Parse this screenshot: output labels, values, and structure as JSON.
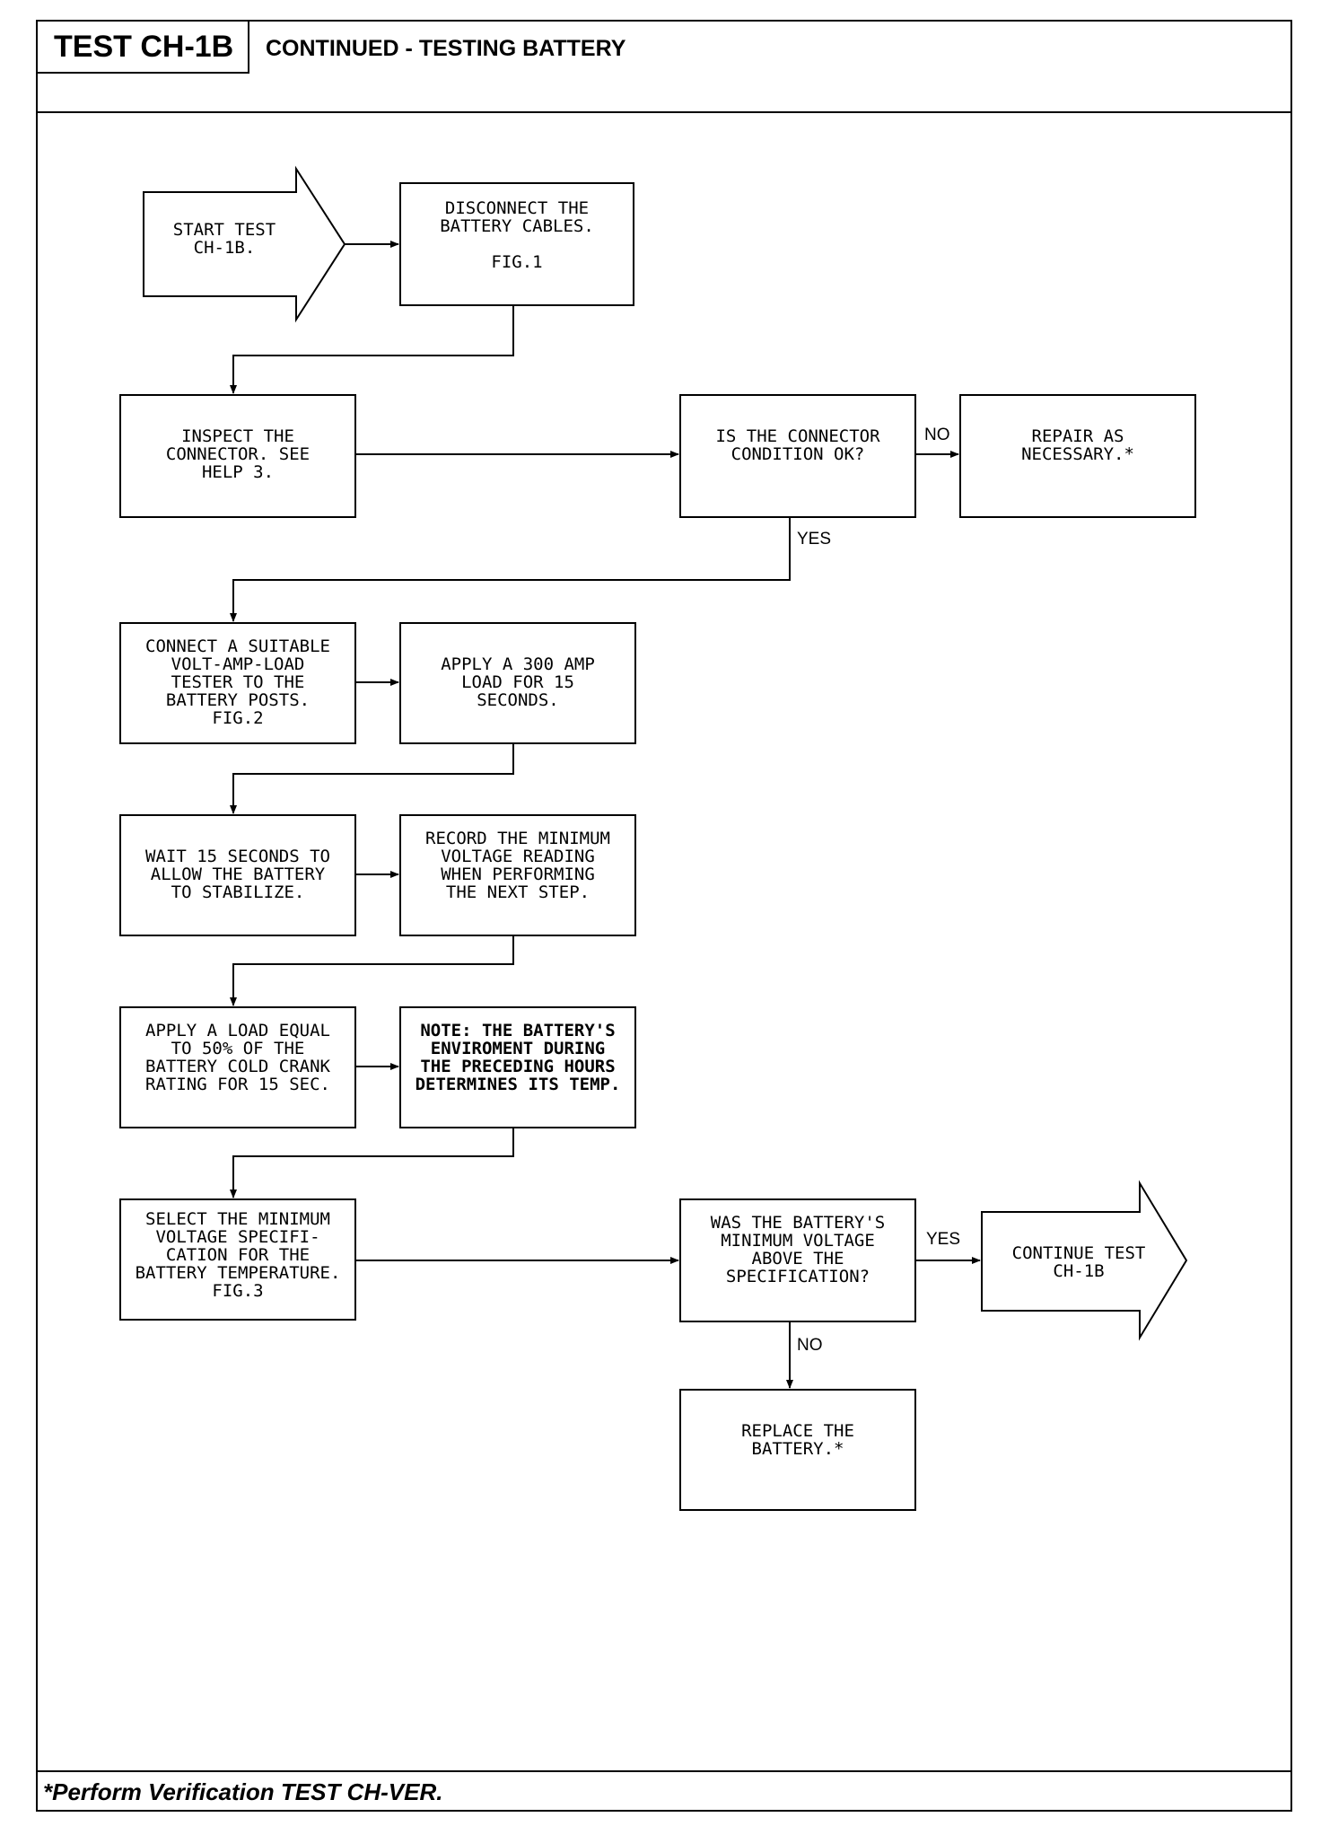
{
  "header": {
    "test_id": "TEST CH-1B",
    "title": "CONTINUED - TESTING BATTERY"
  },
  "footer": {
    "note": "*Perform Verification TEST CH-VER."
  },
  "flowchart": {
    "start": [
      "START TEST",
      "CH-1B."
    ],
    "disconnect": [
      "DISCONNECT THE",
      "BATTERY CABLES.",
      "",
      "FIG.1"
    ],
    "inspect": [
      "INSPECT THE",
      "CONNECTOR. SEE",
      "HELP 3."
    ],
    "connector_ok": [
      "IS THE CONNECTOR",
      "CONDITION OK?"
    ],
    "repair": [
      "REPAIR AS",
      "NECESSARY.*"
    ],
    "connect_tester": [
      "CONNECT A SUITABLE",
      "VOLT-AMP-LOAD",
      "TESTER TO THE",
      "BATTERY POSTS.",
      "FIG.2"
    ],
    "apply_300": [
      "APPLY A 300 AMP",
      "LOAD FOR 15",
      "SECONDS."
    ],
    "wait": [
      "WAIT 15 SECONDS TO",
      "ALLOW THE BATTERY",
      "TO STABILIZE."
    ],
    "record": [
      "RECORD THE MINIMUM",
      "VOLTAGE READING",
      "WHEN PERFORMING",
      "THE NEXT STEP."
    ],
    "apply_50": [
      "APPLY A LOAD EQUAL",
      "TO 50% OF THE",
      "BATTERY COLD CRANK",
      "RATING FOR 15 SEC."
    ],
    "note": [
      "NOTE: THE BATTERY'S",
      "ENVIROMENT DURING",
      "THE PRECEDING HOURS",
      "DETERMINES ITS TEMP."
    ],
    "select_spec": [
      "SELECT THE MINIMUM",
      "VOLTAGE SPECIFI-",
      "CATION FOR THE",
      "BATTERY TEMPERATURE.",
      "FIG.3"
    ],
    "voltage_above": [
      "WAS THE BATTERY'S",
      "MINIMUM VOLTAGE",
      "ABOVE THE",
      "SPECIFICATION?"
    ],
    "continue": [
      "CONTINUE TEST",
      "CH-1B"
    ],
    "replace": [
      "REPLACE THE",
      "BATTERY.*"
    ],
    "labels": {
      "connector_no": "NO",
      "connector_yes": "YES",
      "voltage_yes": "YES",
      "voltage_no": "NO"
    }
  }
}
